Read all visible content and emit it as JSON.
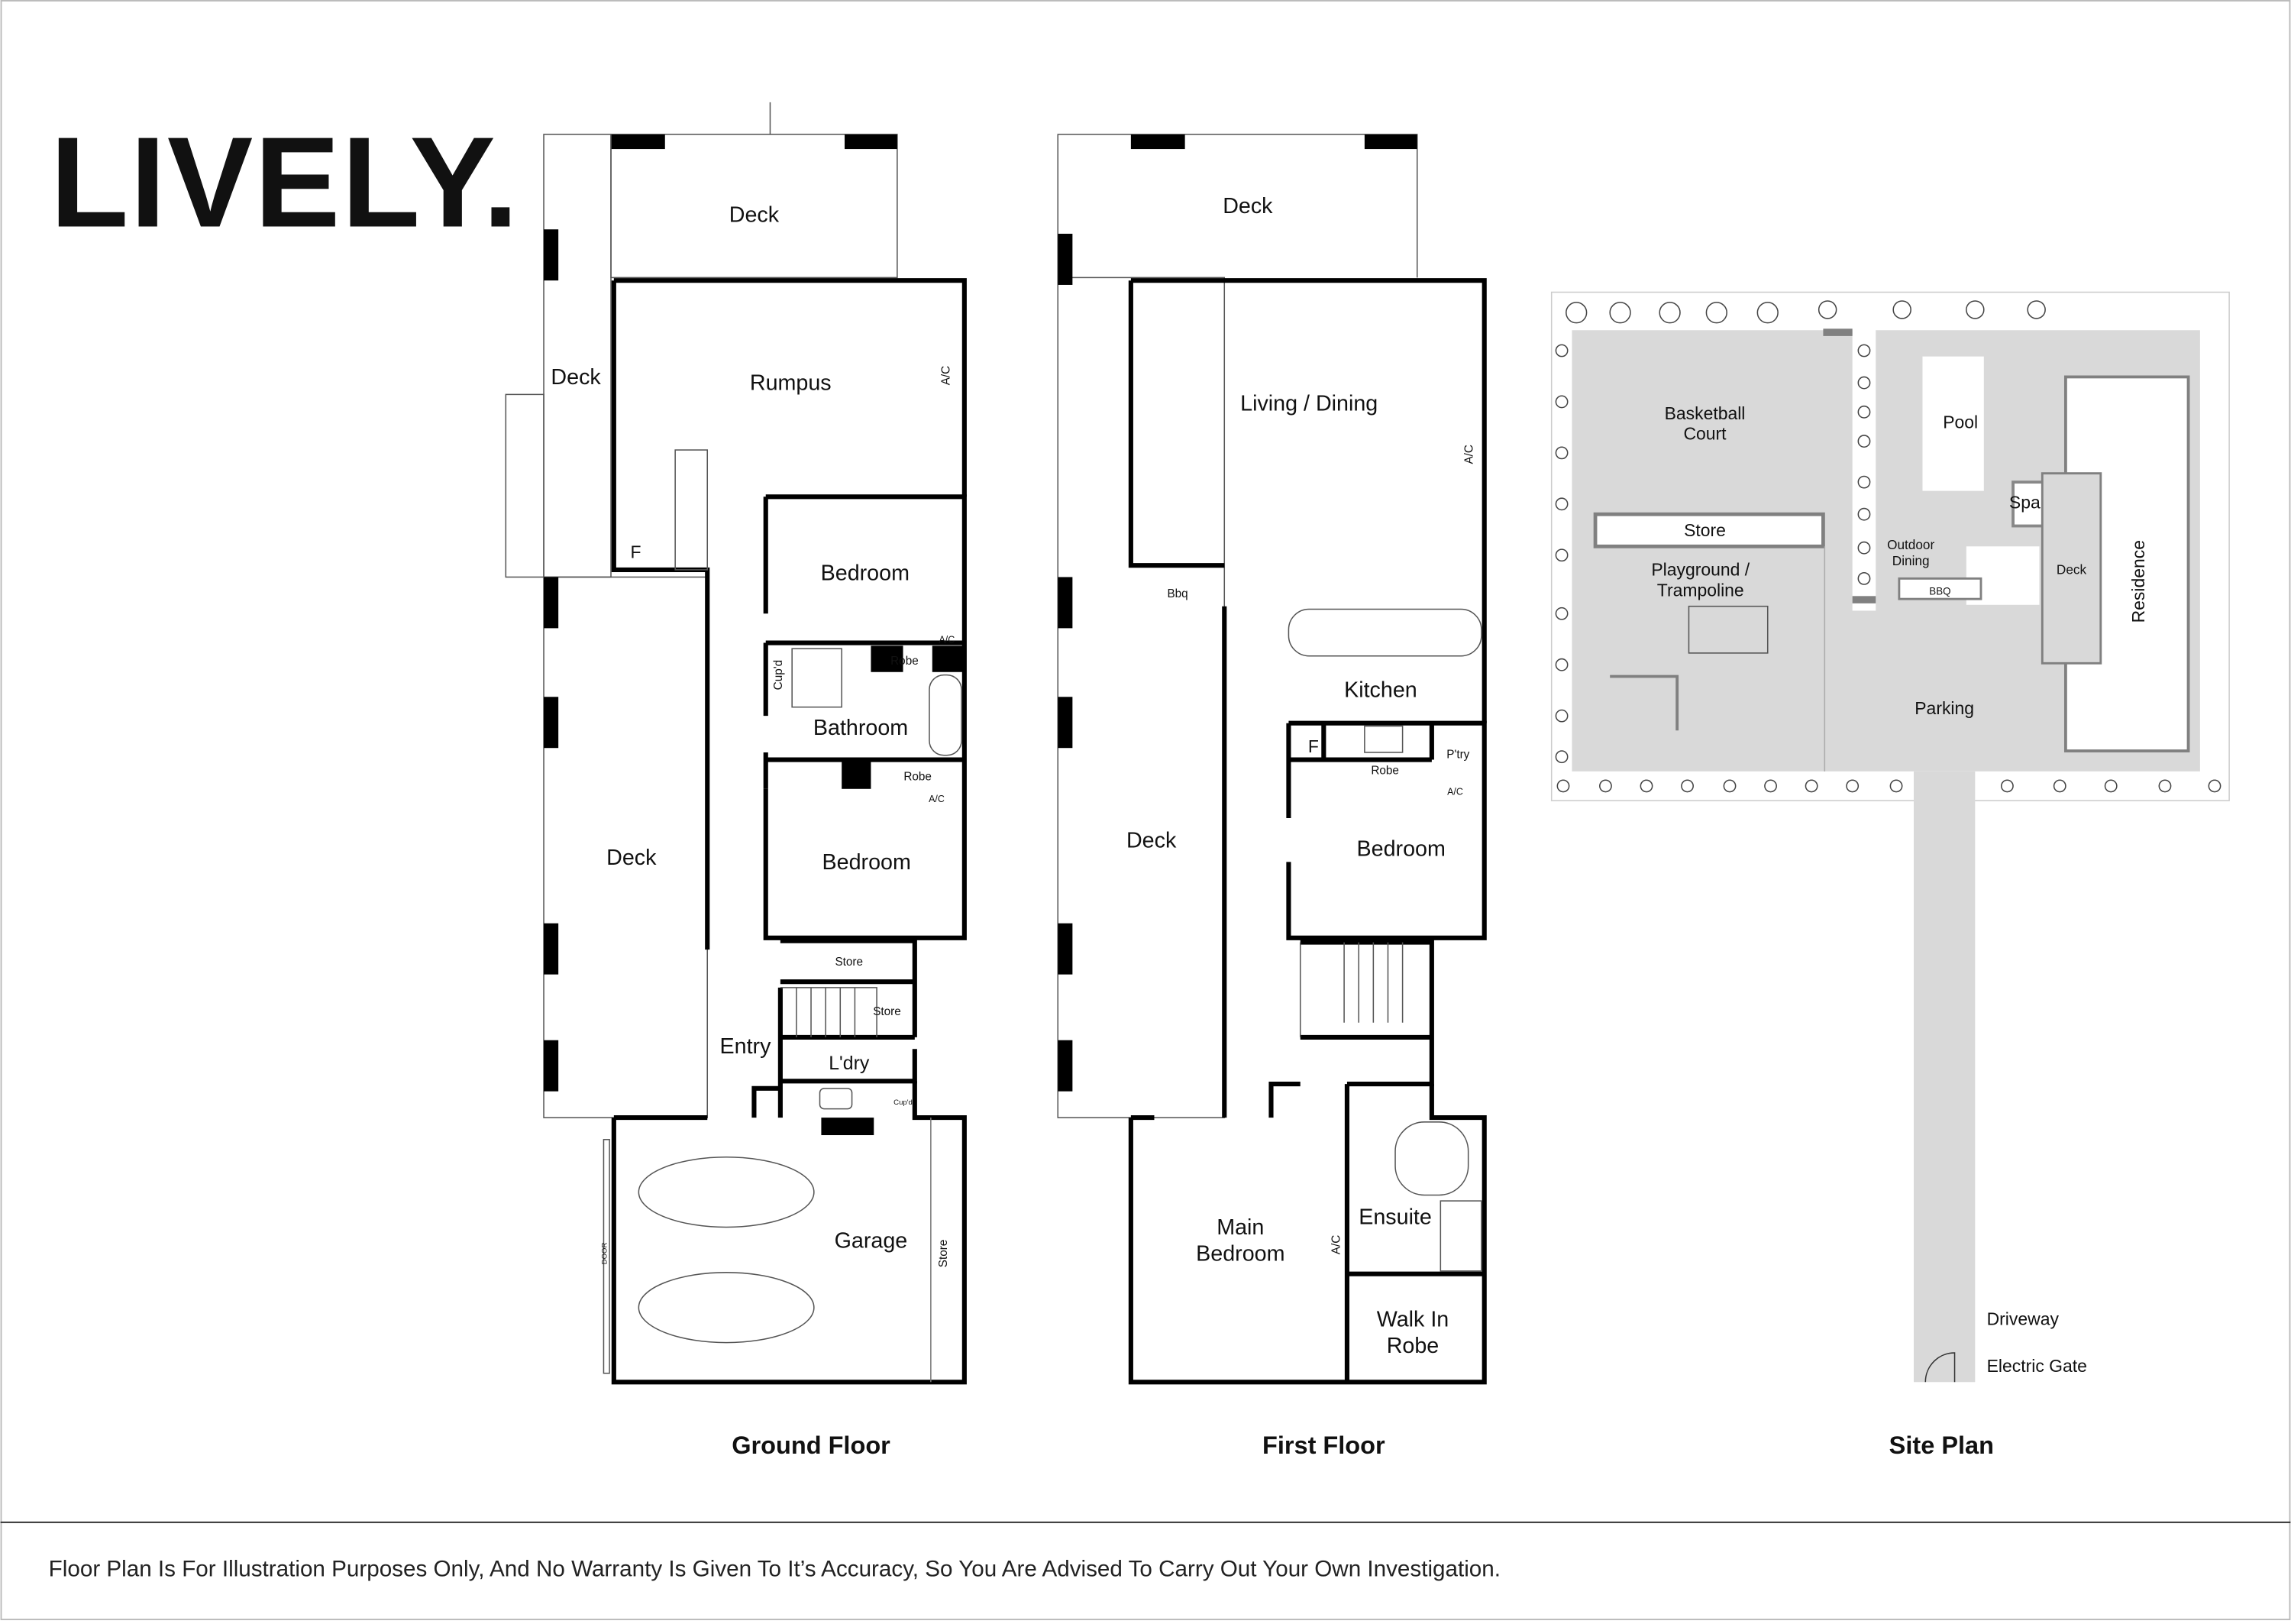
{
  "brand": {
    "logo_text": "LIVELY."
  },
  "ground_floor": {
    "title": "Ground Floor",
    "rooms": {
      "deck_top": "Deck",
      "deck_side": "Deck",
      "rumpus": "Rumpus",
      "rumpus_ac": "A/C",
      "fridge": "F",
      "bedroom_1": "Bedroom",
      "bedroom_1_ac": "A/C",
      "robe_1": "Robe",
      "cupboard": "Cup'd",
      "bathroom": "Bathroom",
      "robe_2": "Robe",
      "bedroom_2_ac": "A/C",
      "bedroom_2": "Bedroom",
      "deck_main": "Deck",
      "store_1": "Store",
      "store_2": "Store",
      "entry": "Entry",
      "laundry": "L'dry",
      "laundry_cupboard": "Cup'd",
      "garage": "Garage",
      "garage_store": "Store",
      "garage_door": "DOOR"
    }
  },
  "first_floor": {
    "title": "First Floor",
    "rooms": {
      "deck_top": "Deck",
      "living_dining": "Living / Dining",
      "living_ac": "A/C",
      "bbq": "Bbq",
      "kitchen": "Kitchen",
      "fridge": "F",
      "pantry": "P'try",
      "robe": "Robe",
      "bedroom_ac": "A/C",
      "bedroom": "Bedroom",
      "deck_side": "Deck",
      "main_bedroom_line1": "Main",
      "main_bedroom_line2": "Bedroom",
      "main_ac": "A/C",
      "ensuite": "Ensuite",
      "wir_line1": "Walk In",
      "wir_line2": "Robe"
    }
  },
  "site_plan": {
    "title": "Site Plan",
    "labels": {
      "basketball_1": "Basketball",
      "basketball_2": "Court",
      "store": "Store",
      "playground_1": "Playground /",
      "playground_2": "Trampoline",
      "pool": "Pool",
      "spa": "Spa",
      "outdoor_dining_1": "Outdoor",
      "outdoor_dining_2": "Dining",
      "bbq": "BBQ",
      "deck": "Deck",
      "residence": "Residence",
      "parking": "Parking",
      "driveway": "Driveway",
      "electric_gate": "Electric Gate"
    },
    "colors": {
      "paved": "#d9d9d9",
      "walls": "#808080"
    }
  },
  "disclaimer": "Floor Plan Is For Illustration Purposes Only, And No Warranty Is Given To It’s Accuracy, So You Are Advised To Carry Out Your Own Investigation."
}
